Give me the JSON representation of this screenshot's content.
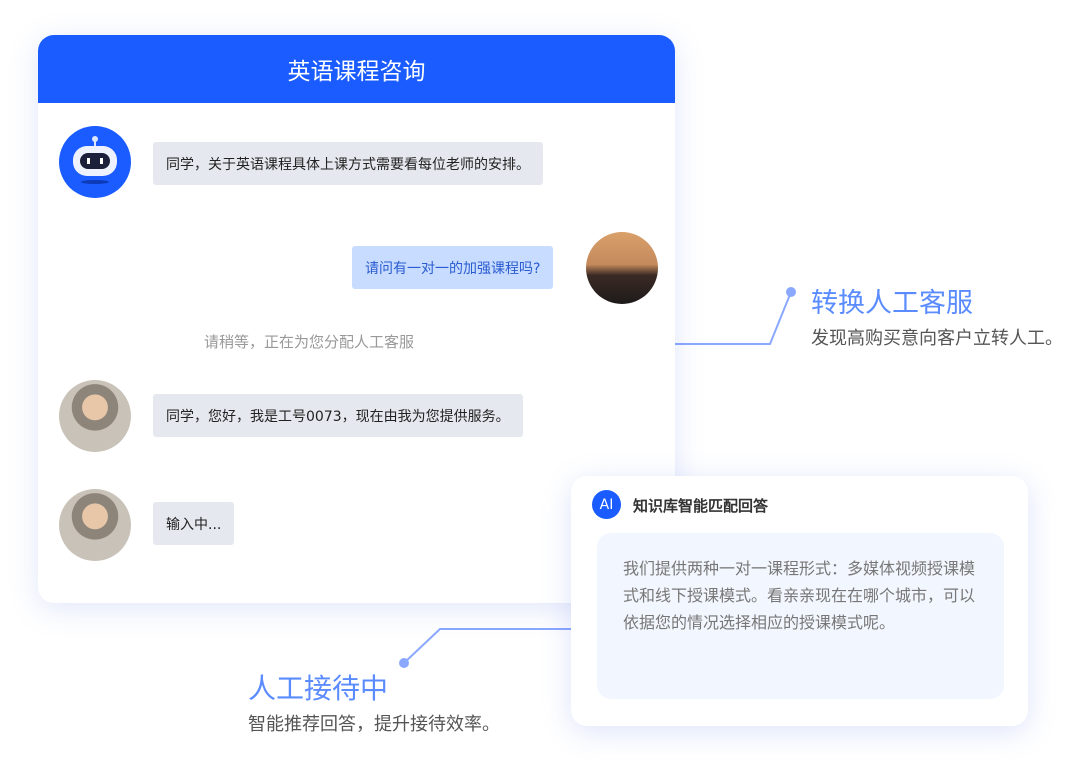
{
  "window": {
    "title": "英语课程咨询"
  },
  "messages": [
    {
      "sender": "bot",
      "text": "同学，关于英语课程具体上课方式需要看每位老师的安排。"
    },
    {
      "sender": "user",
      "text": "请问有一对一的加强课程吗?"
    },
    {
      "sender": "system",
      "text": "请稍等，正在为您分配人工客服"
    },
    {
      "sender": "agent",
      "text": "同学，您好，我是工号0073，现在由我为您提供服务。"
    },
    {
      "sender": "agent",
      "text": "输入中..."
    }
  ],
  "callouts": [
    {
      "title": "转换人工客服",
      "desc": "发现高购买意向客户立转人工。"
    },
    {
      "title": "人工接待中",
      "desc": "智能推荐回答，提升接待效率。"
    }
  ],
  "ai_card": {
    "badge": "AI",
    "title": "知识库智能匹配回答",
    "answer": "我们提供两种一对一课程形式：多媒体视频授课模式和线下授课模式。看亲亲现在在哪个城市，可以依据您的情况选择相应的授课模式呢。"
  },
  "colors": {
    "brand": "#1a5cff",
    "accent": "#5b8cff"
  }
}
